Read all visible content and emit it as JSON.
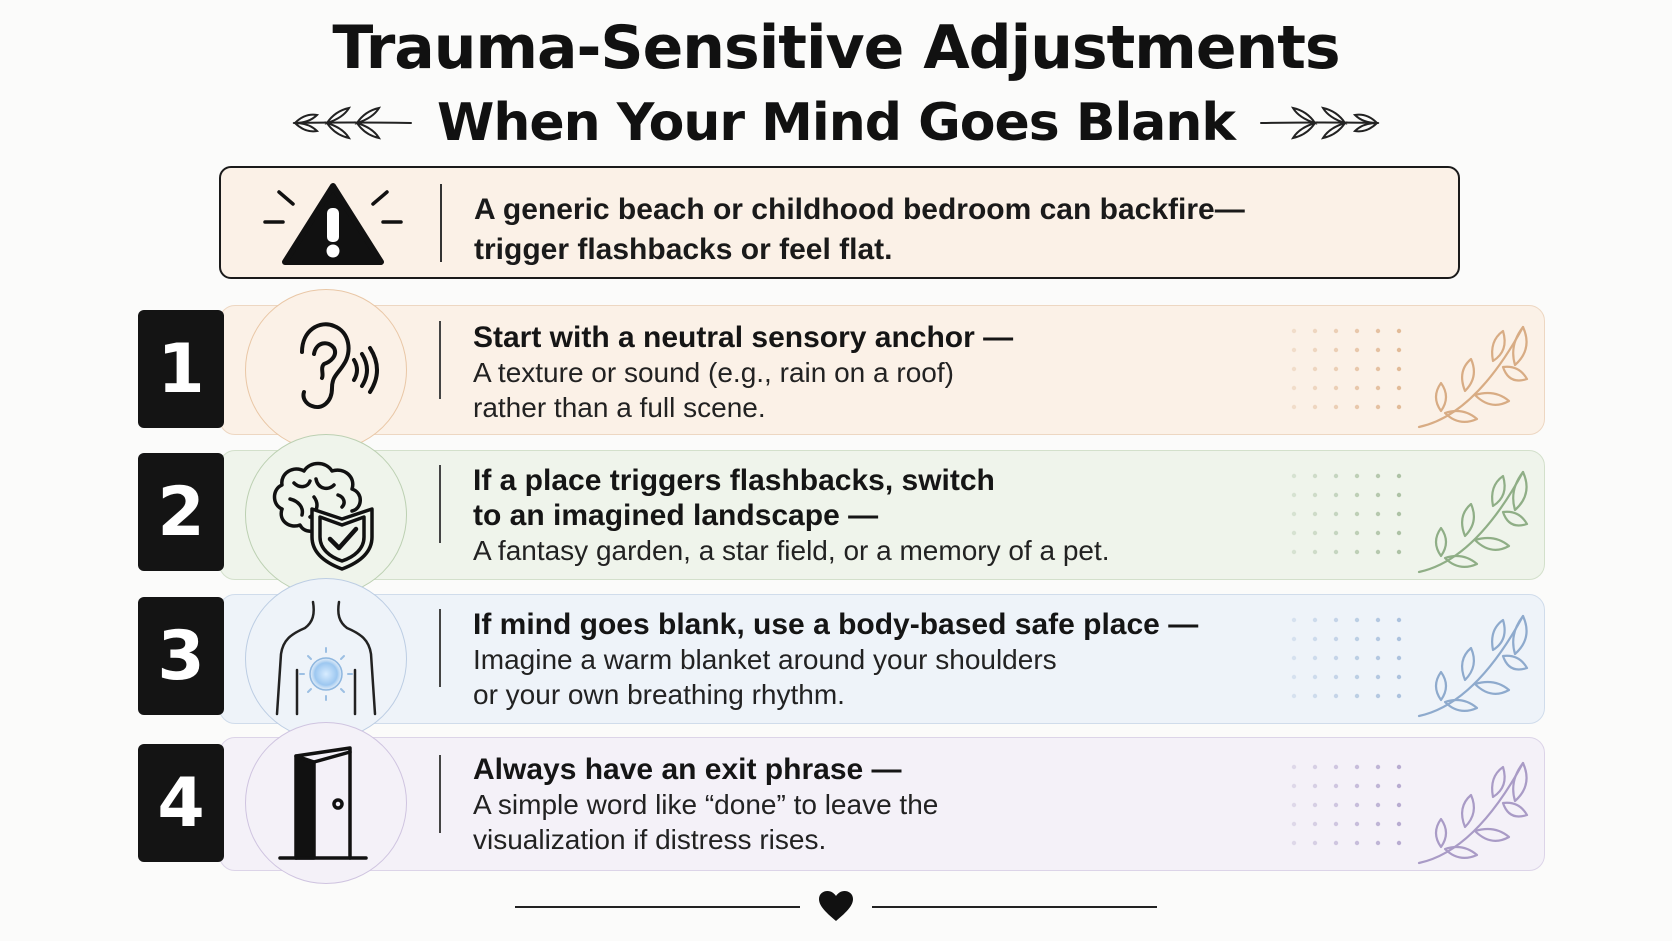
{
  "header": {
    "title": "Trauma-Sensitive Adjustments",
    "subtitle": "When Your Mind Goes Blank"
  },
  "warning": {
    "icon": "warning-icon",
    "text_line1": "A generic beach or childhood bedroom can backfire—",
    "text_line2": "trigger flashbacks or feel flat."
  },
  "rows": [
    {
      "number": "1",
      "icon": "ear-icon",
      "heading_lines": [
        "Start with a neutral sensory anchor —"
      ],
      "body_lines": [
        "A texture or sound (e.g., rain on a roof)",
        "rather than a full scene."
      ],
      "tint": "#fbf1e7",
      "accent": "#e9c7a6",
      "leaf_color": "#d8ac84"
    },
    {
      "number": "2",
      "icon": "brain-shield-icon",
      "heading_lines": [
        "If a place triggers flashbacks, switch",
        "to an imagined landscape —"
      ],
      "body_lines": [
        "A fantasy garden, a star field, or a memory of a pet."
      ],
      "tint": "#eff4eb",
      "accent": "#bcd0b2",
      "leaf_color": "#8fae86"
    },
    {
      "number": "3",
      "icon": "body-glow-icon",
      "heading_lines": [
        "If mind goes blank, use a body-based safe place —"
      ],
      "body_lines": [
        "Imagine a warm blanket around your shoulders",
        "or your own breathing rhythm."
      ],
      "tint": "#eef3f9",
      "accent": "#bccde3",
      "leaf_color": "#8eaacd"
    },
    {
      "number": "4",
      "icon": "door-exit-icon",
      "heading_lines": [
        "Always have an exit phrase —"
      ],
      "body_lines": [
        "A simple word like “done” to leave the",
        "visualization if distress rises."
      ],
      "tint": "#f4f1f8",
      "accent": "#cfc4e0",
      "leaf_color": "#a99bc6"
    }
  ],
  "footer": {
    "icon": "heart-icon"
  }
}
